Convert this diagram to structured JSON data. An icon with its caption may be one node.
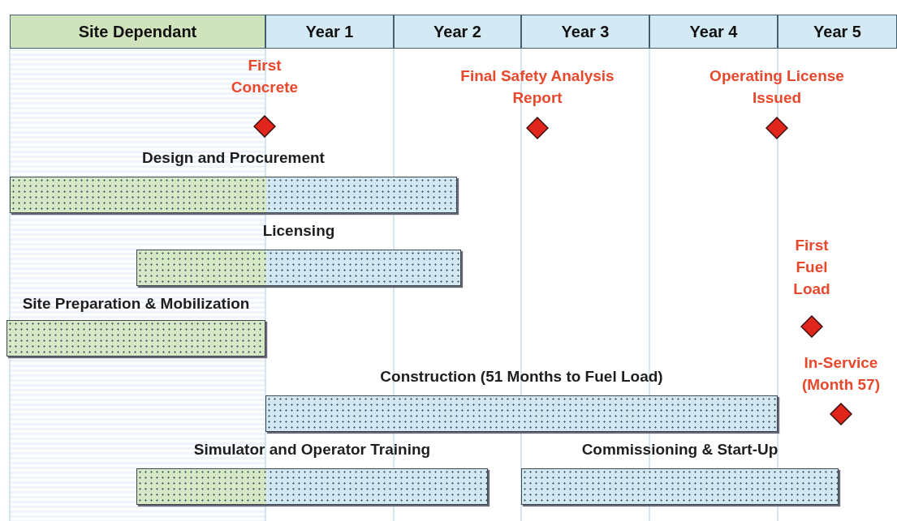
{
  "diagram": {
    "nodes": [
      {
        "text": [
          "Site Dependant"
        ]
      },
      {
        "text": [
          "Year 1"
        ]
      },
      {
        "text": [
          "Year 2"
        ]
      },
      {
        "text": [
          "Year 3"
        ]
      },
      {
        "text": [
          "Year 4"
        ]
      },
      {
        "text": [
          "Year 5"
        ]
      },
      {
        "text": [
          "First Concrete"
        ]
      },
      {
        "text": [
          "Final Safety Analysis Report"
        ]
      },
      {
        "text": [
          "Operating License Issued"
        ]
      },
      {
        "text": [
          "Design and Procurement"
        ]
      },
      {
        "text": [
          "Licensing"
        ]
      },
      {
        "text": [
          "First Fuel Load"
        ]
      },
      {
        "text": [
          "Site Preparation & Mobilization"
        ]
      },
      {
        "text": [
          "In-Service (Month 57)"
        ]
      },
      {
        "text": [
          "Construction (51 Months to Fuel Load)"
        ]
      },
      {
        "text": [
          "Simulator and Operator Training"
        ]
      },
      {
        "text": [
          "Commissioning & Start-Up"
        ]
      }
    ]
  }
}
